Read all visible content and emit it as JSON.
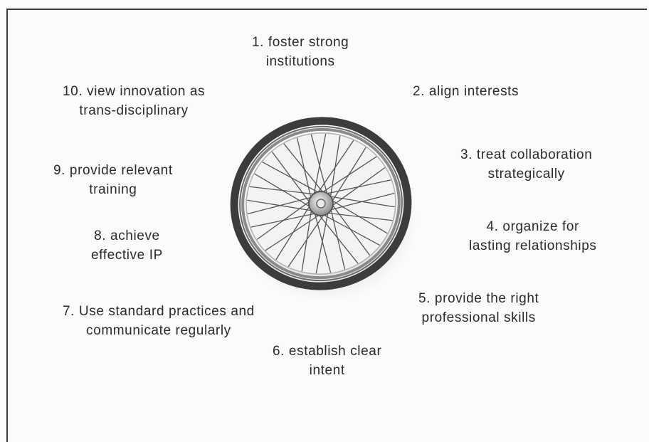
{
  "diagram": {
    "items": [
      {
        "lines": [
          "1. foster strong",
          "institutions"
        ]
      },
      {
        "lines": [
          "2. align interests"
        ]
      },
      {
        "lines": [
          "3. treat collaboration",
          "strategically"
        ]
      },
      {
        "lines": [
          "4. organize for",
          "lasting relationships"
        ]
      },
      {
        "lines": [
          "5. provide the right",
          "professional skills"
        ]
      },
      {
        "lines": [
          "6. establish clear",
          "intent"
        ]
      },
      {
        "lines": [
          "7. Use standard practices and",
          "communicate regularly"
        ]
      },
      {
        "lines": [
          "8. achieve",
          "effective IP"
        ]
      },
      {
        "lines": [
          "9. provide relevant",
          "training"
        ]
      },
      {
        "lines": [
          "10. view innovation as",
          "trans-disciplinary"
        ]
      }
    ],
    "center_image": "bicycle-wheel",
    "colors": {
      "text": "#2a2a2a",
      "tire": "#3c3c3c",
      "rim": "#8a8a8a",
      "spoke": "#555555"
    }
  }
}
